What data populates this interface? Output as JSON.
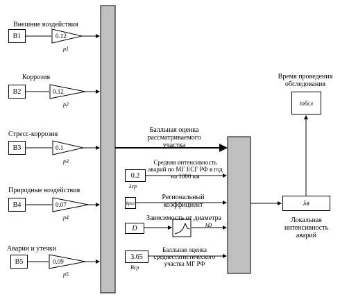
{
  "inputs": [
    {
      "label": "Внешние воздействия",
      "source": "B1",
      "gain": "0.12",
      "param": "p1"
    },
    {
      "label": "Коррозия",
      "source": "B2",
      "gain": "0.12",
      "param": "p2"
    },
    {
      "label": "Стресс-коррозия",
      "source": "B3",
      "gain": "0.1",
      "param": "p3"
    },
    {
      "label": "Природные воздействия",
      "source": "B4",
      "gain": "0.07",
      "param": "p4"
    },
    {
      "label": "Аварии и утечки",
      "source": "B5",
      "gain": "0.09",
      "param": "p5"
    }
  ],
  "bus_output_label": "Балльная оценка рассматриваемого участка",
  "right_inputs": {
    "avg_intensity": {
      "text": "Средняя интенсивность аварий по МГ ЕСГ РФ в год на 1000 км",
      "value": "0.2",
      "symbol": "λср"
    },
    "regional": {
      "text": "Региональный коэффициент",
      "symbol": "kрег"
    },
    "diameter": {
      "text": "Зависимость от диаметра",
      "block": "D",
      "symbol": "kD"
    },
    "avg_score": {
      "text": "Балльная оценка среднестатистического участка МГ РФ",
      "value": "3.65",
      "symbol": "Bср"
    }
  },
  "product_block": {
    "symbol": "λв",
    "label": "Локальная интенсивность аварий"
  },
  "output_block": {
    "symbol": "tобсл",
    "label": "Время проведения обследования"
  }
}
